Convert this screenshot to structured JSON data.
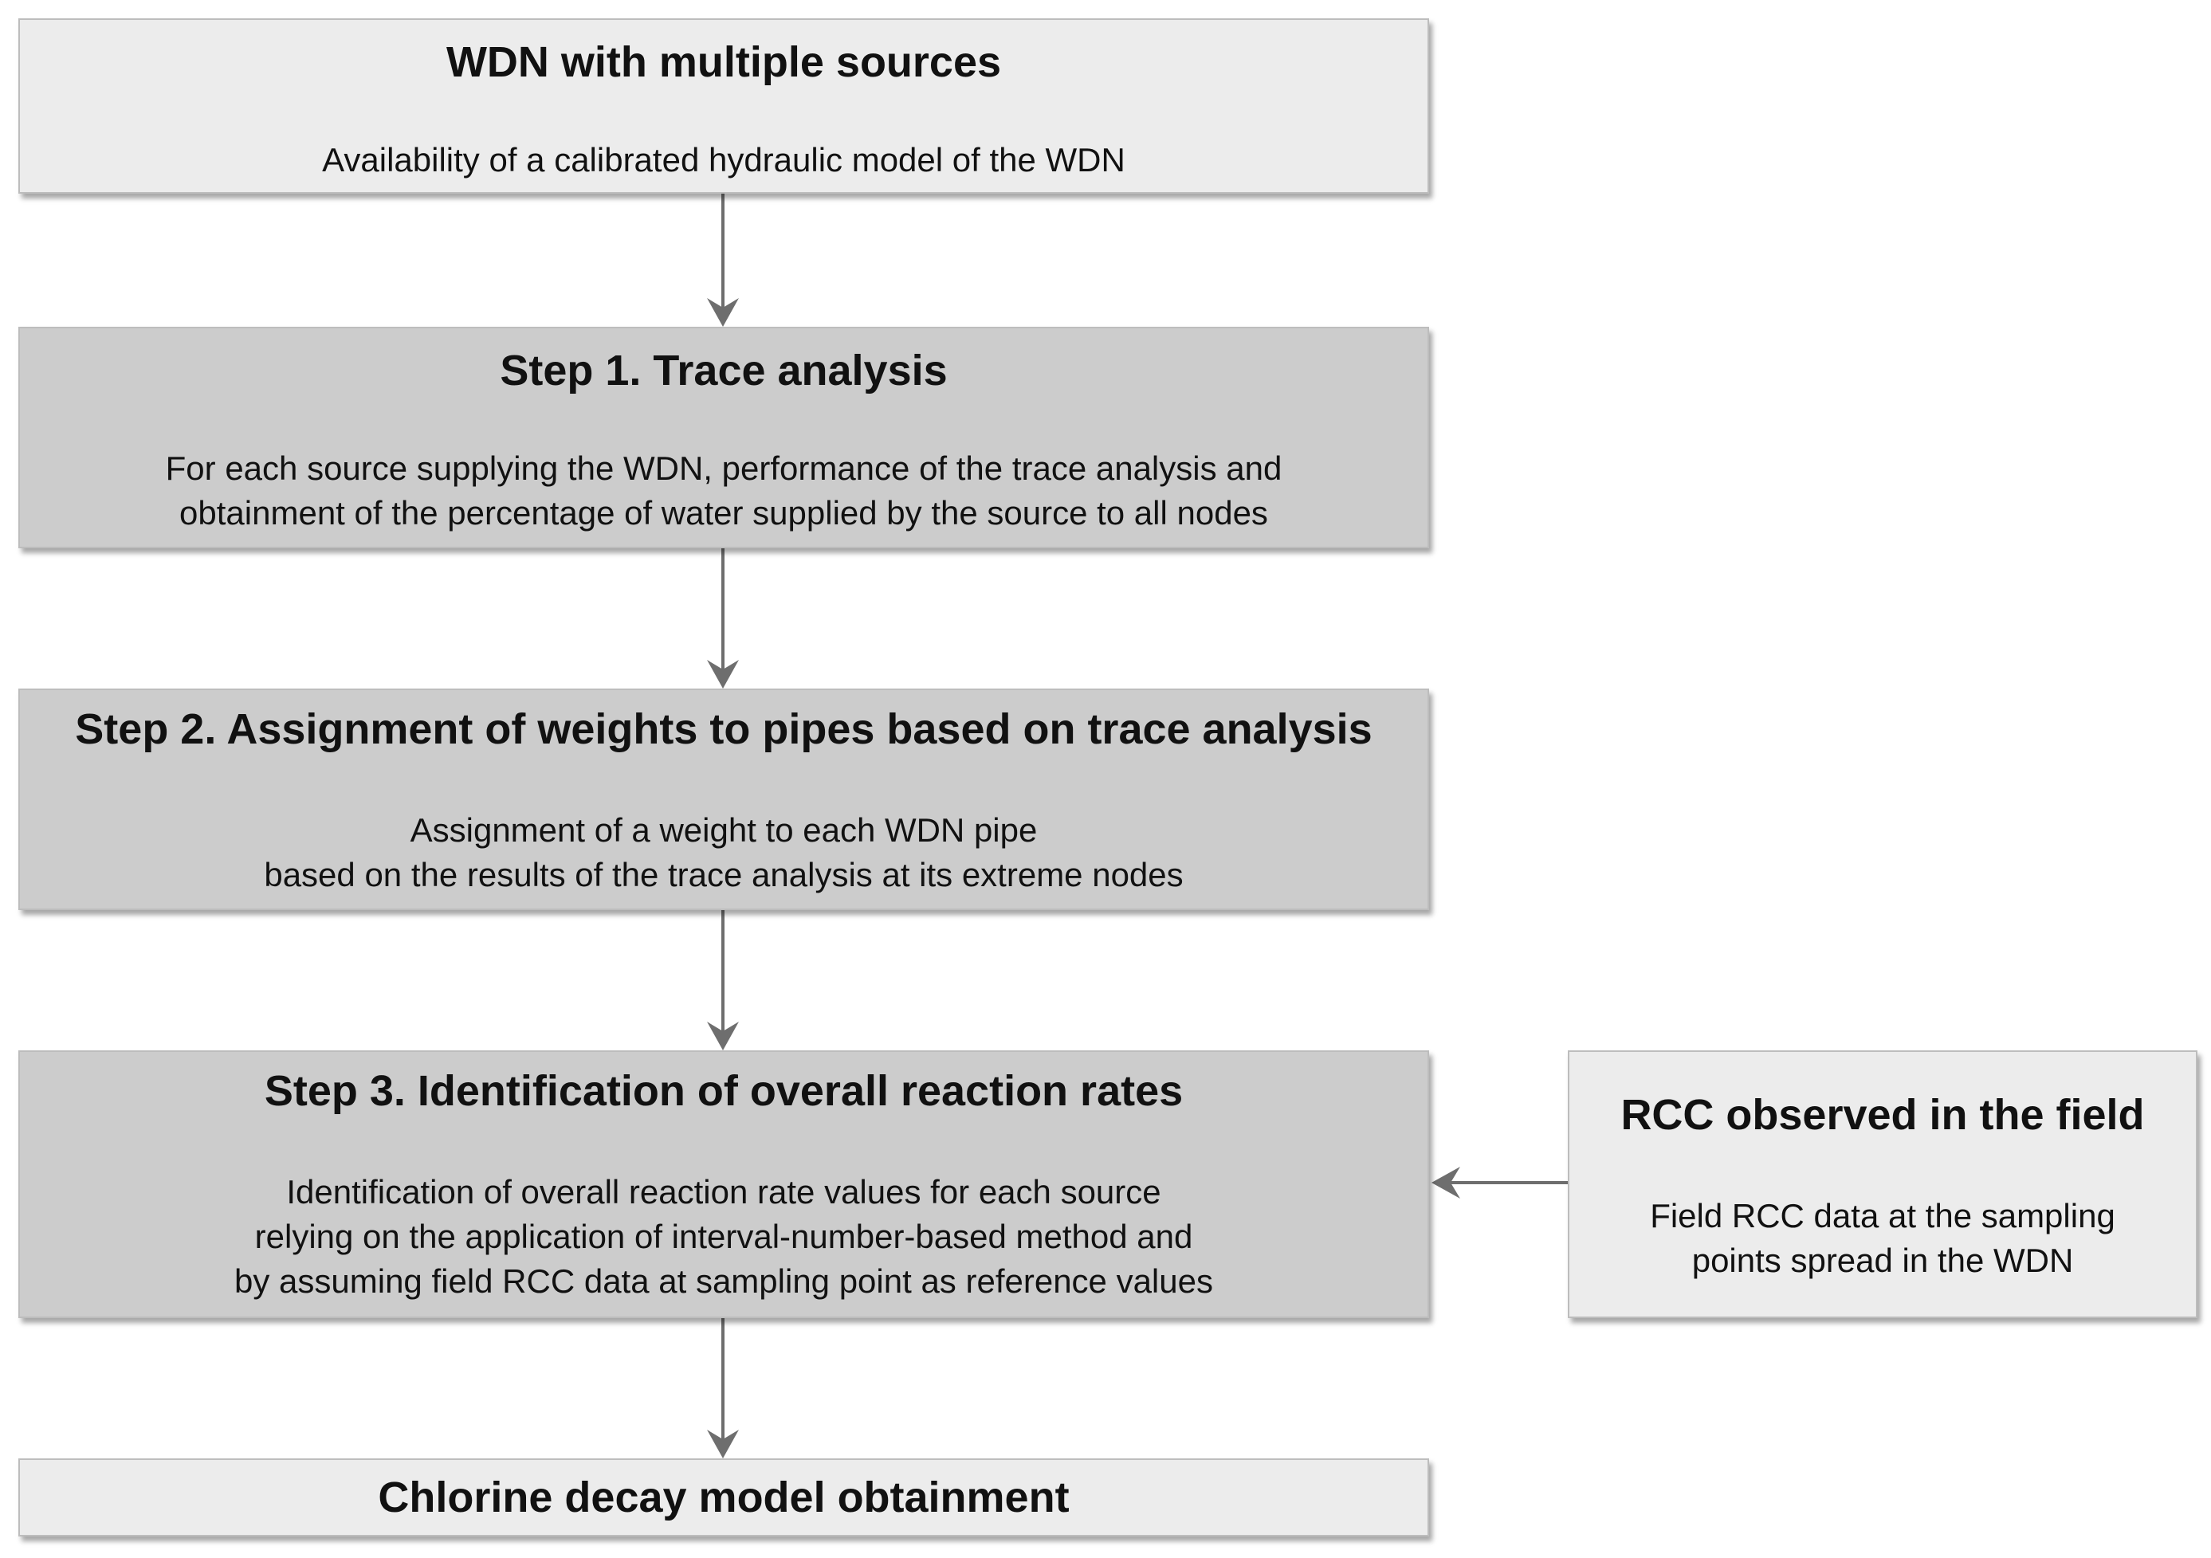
{
  "start": {
    "title": "WDN with multiple sources",
    "desc": "Availability of a calibrated hydraulic model of the WDN"
  },
  "step1": {
    "title": "Step 1. Trace analysis",
    "desc_lines": [
      "For each source supplying the WDN, performance of the trace analysis and",
      "obtainment of the percentage of water supplied by the source to all nodes"
    ]
  },
  "step2": {
    "title": "Step 2. Assignment of weights to pipes based on trace analysis",
    "desc_lines": [
      "Assignment of a weight to each WDN pipe",
      "based on the results of the trace analysis at its extreme nodes"
    ]
  },
  "step3": {
    "title": "Step 3. Identification of overall reaction rates",
    "desc_lines": [
      "Identification of overall reaction rate values for each source",
      "relying on the application of interval-number-based method and",
      "by assuming field RCC data at sampling point as reference values"
    ]
  },
  "field": {
    "title": "RCC observed in the field",
    "desc_lines": [
      "Field RCC data at the sampling",
      "points spread in the WDN"
    ]
  },
  "end": {
    "title": "Chlorine decay model obtainment"
  },
  "colors": {
    "light_box": "#ececec",
    "dark_box": "#cccccc",
    "arrow": "#6e6e6e"
  }
}
